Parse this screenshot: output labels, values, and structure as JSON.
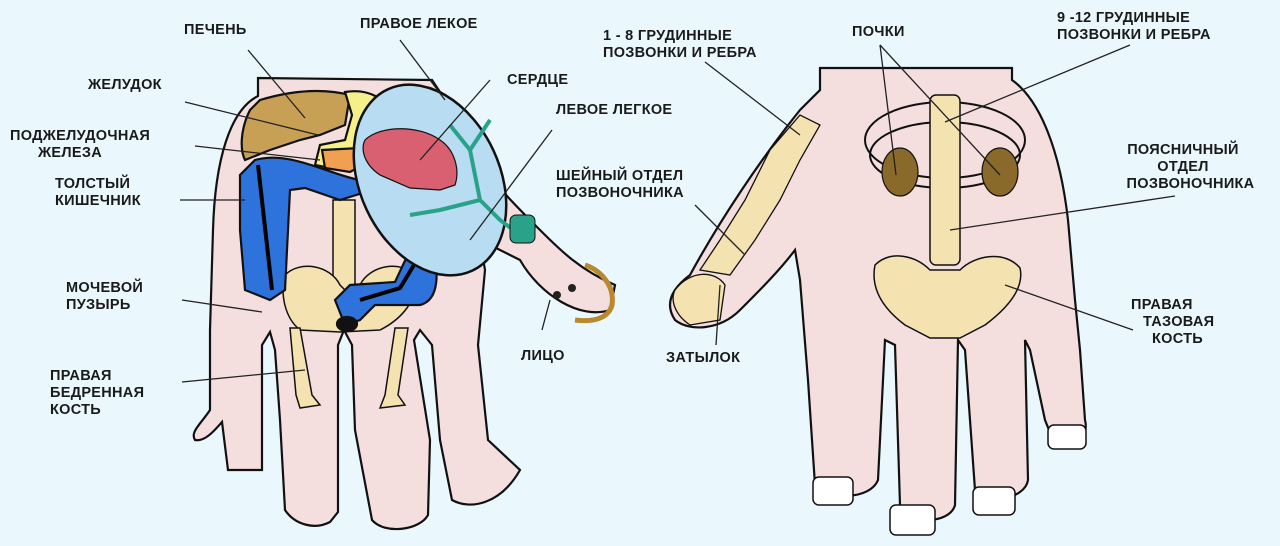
{
  "diagram": {
    "background_color": "#eaf7fd",
    "skin_color": "#f5dede",
    "bone_color": "#f4e2b0",
    "left_hand": {
      "view": "palm",
      "labels": {
        "liver": "ПЕЧЕНЬ",
        "stomach": "ЖЕЛУДОК",
        "pancreas_1": "ПОДЖЕЛУДОЧНАЯ",
        "pancreas_2": "ЖЕЛЕЗА",
        "colon_1": "ТОЛСТЫЙ",
        "colon_2": "КИШЕЧНИК",
        "bladder_1": "МОЧЕВОЙ",
        "bladder_2": "ПУЗЫРЬ",
        "femur_1": "ПРАВАЯ",
        "femur_2": "БЕДРЕННАЯ",
        "femur_3": "КОСТЬ",
        "right_lung": "ПРАВОЕ ЛЕКОЕ",
        "heart": "СЕРДЦЕ",
        "left_lung": "ЛЕВОЕ ЛЕГКОЕ",
        "face": "ЛИЦО"
      },
      "organ_colors": {
        "liver": "#c8a055",
        "stomach": "#f5f08a",
        "pancreas": "#f0a050",
        "colon": "#2e72dc",
        "lungs": "#b8dcf2",
        "heart": "#d86070",
        "bronchi": "#2aa28a"
      }
    },
    "right_hand": {
      "view": "back",
      "labels": {
        "thoracic_1_8_1": "1 - 8 ГРУДИННЫЕ",
        "thoracic_1_8_2": "ПОЗВОНКИ И РЕБРА",
        "cervical_1": "ШЕЙНЫЙ ОТДЕЛ",
        "cervical_2": "ПОЗВОНОЧНИКА",
        "occiput": "ЗАТЫЛОК",
        "kidneys": "ПОЧКИ",
        "thoracic_9_12_1": "9 -12 ГРУДИННЫЕ",
        "thoracic_9_12_2": "ПОЗВОНКИ И РЕБРА",
        "lumbar_1": "ПОЯСНИЧНЫЙ",
        "lumbar_2": "ОТДЕЛ",
        "lumbar_3": "ПОЗВОНОЧНИКА",
        "pelvis_1": "ПРАВАЯ",
        "pelvis_2": "ТАЗОВАЯ",
        "pelvis_3": "КОСТЬ"
      },
      "organ_colors": {
        "kidneys": "#8a6a2a"
      }
    }
  }
}
